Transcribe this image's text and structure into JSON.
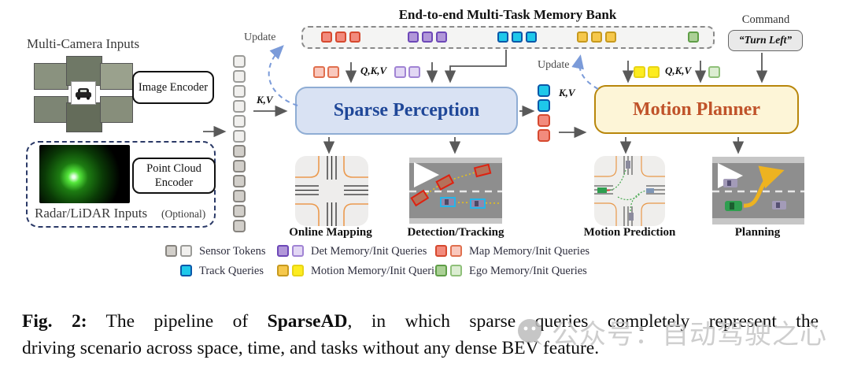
{
  "figure": {
    "memory_bank_title": "End-to-end Multi-Task Memory Bank",
    "command_label": "Command",
    "command_value": "“Turn Left”",
    "camera_label": "Multi-Camera Inputs",
    "image_encoder": "Image Encoder",
    "point_cloud_encoder": "Point Cloud Encoder",
    "radar_label": "Radar/LiDAR Inputs",
    "radar_optional": "(Optional)",
    "sparse_perception": "Sparse Perception",
    "motion_planner": "Motion Planner",
    "kv": "K,V",
    "qkv": "Q,K,V",
    "update": "Update",
    "outputs": [
      {
        "label": "Online Mapping"
      },
      {
        "label": "Detection/Tracking"
      },
      {
        "label": "Motion Prediction"
      },
      {
        "label": "Planning"
      }
    ],
    "legend": [
      {
        "label": "Sensor Tokens"
      },
      {
        "label": "Track Queries"
      },
      {
        "label": "Det Memory/Init Queries"
      },
      {
        "label": "Motion Memory/Init Queries"
      },
      {
        "label": "Map Memory/Init Queries"
      },
      {
        "label": "Ego Memory/Init Queries"
      }
    ],
    "colors": {
      "sparse_perception_fill": "#d9e2f3",
      "sparse_perception_text": "#1f4798",
      "motion_planner_fill": "#fdf5d7",
      "motion_planner_text": "#c0532a",
      "track_query": "#1ec8ea",
      "map_memory": "#f28b7d",
      "map_init": "#f9c8bd",
      "det_memory": "#b197d9",
      "det_init": "#e2d7f4",
      "motion_memory": "#f6c84c",
      "motion_init": "#fdec1f",
      "ego_memory": "#abd096",
      "ego_init": "#dcedd2",
      "sensor_token_dark": "#d2cfca",
      "sensor_token_light": "#f1f0ee",
      "update_arrow": "#7b9bd9"
    }
  },
  "caption": {
    "fig_label": "Fig. 2:",
    "line1_a": " The pipeline of ",
    "bold_name": "SparseAD",
    "line1_b": ", in which sparse queries completely represent the",
    "line2": "driving scenario across space, time, and tasks without any dense BEV feature."
  },
  "watermark": {
    "text": "公众号：自动驾驶之心"
  }
}
